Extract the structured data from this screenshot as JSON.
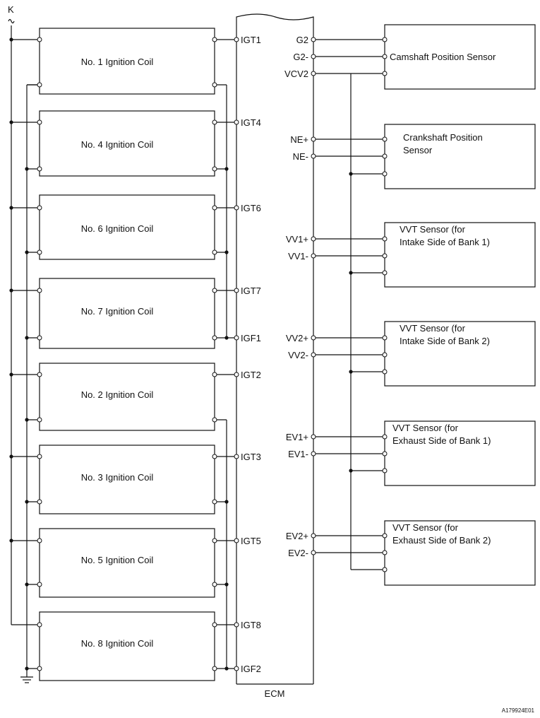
{
  "supply_label": "K",
  "coils": [
    {
      "label": "No. 1 Ignition Coil"
    },
    {
      "label": "No. 4 Ignition Coil"
    },
    {
      "label": "No. 6 Ignition Coil"
    },
    {
      "label": "No. 7 Ignition Coil"
    },
    {
      "label": "No. 2 Ignition Coil"
    },
    {
      "label": "No. 3 Ignition Coil"
    },
    {
      "label": "No. 5 Ignition Coil"
    },
    {
      "label": "No. 8 Ignition Coil"
    }
  ],
  "ecm": {
    "label": "ECM",
    "left_pins": [
      "IGT1",
      "IGT4",
      "IGT6",
      "IGT7",
      "IGF1",
      "IGT2",
      "IGT3",
      "IGT5",
      "IGT8",
      "IGF2"
    ],
    "right_pins": [
      "G2",
      "G2-",
      "VCV2",
      "NE+",
      "NE-",
      "VV1+",
      "VV1-",
      "VV2+",
      "VV2-",
      "EV1+",
      "EV1-",
      "EV2+",
      "EV2-"
    ]
  },
  "sensors": [
    {
      "line1": "Camshaft Position Sensor",
      "line2": ""
    },
    {
      "line1": "Crankshaft Position",
      "line2": "Sensor"
    },
    {
      "line1": "VVT Sensor (for",
      "line2": "Intake Side of Bank 1)"
    },
    {
      "line1": "VVT Sensor (for",
      "line2": "Intake Side of Bank 2)"
    },
    {
      "line1": "VVT Sensor (for",
      "line2": "Exhaust Side of Bank 1)"
    },
    {
      "line1": "VVT Sensor (for",
      "line2": "Exhaust Side of Bank 2)"
    }
  ],
  "figure_code": "A179924E01"
}
